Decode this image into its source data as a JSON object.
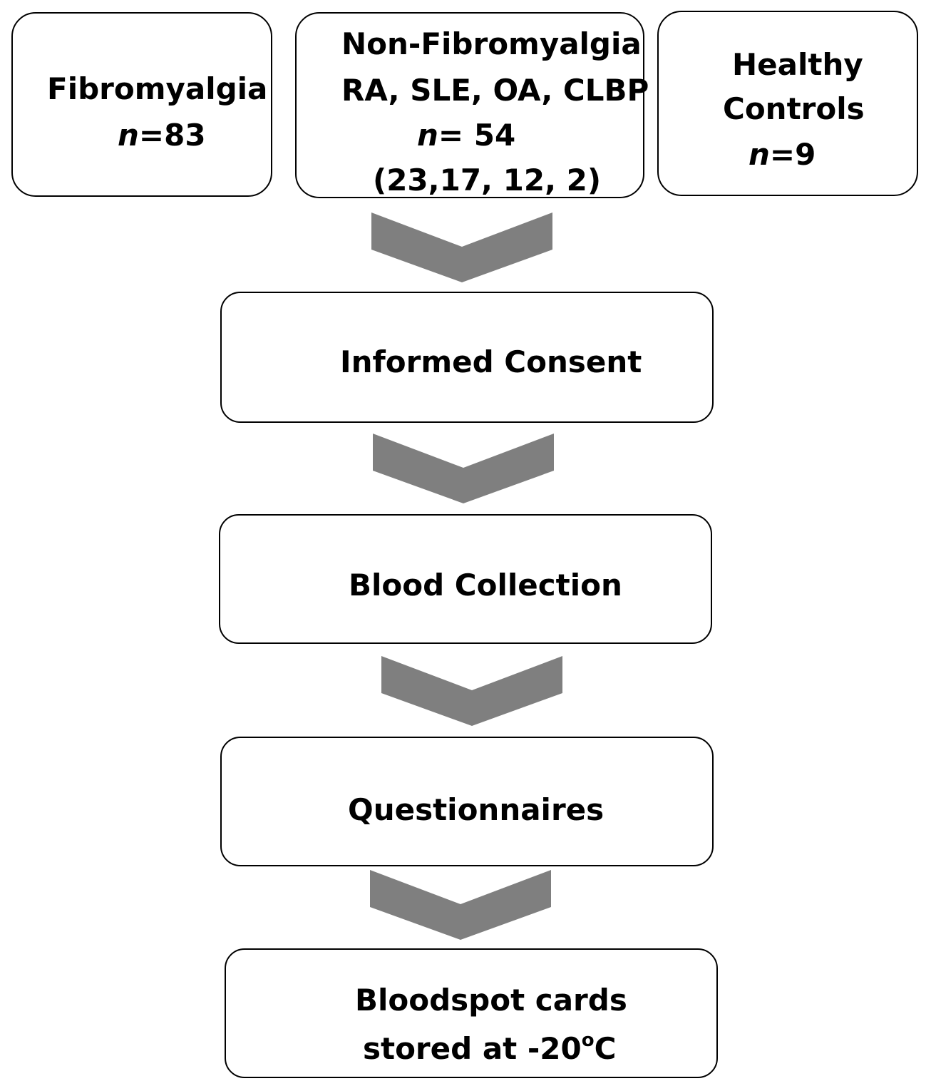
{
  "groups": [
    {
      "name": "Fibromyalgia",
      "n_label": "n",
      "n_value": "=83"
    },
    {
      "name_line1": "Non-Fibromyalgia",
      "name_line2": "RA, SLE, OA, CLBP",
      "n_label": "n",
      "n_value": "= 54",
      "breakdown": "(23,17, 12, 2)"
    },
    {
      "name_line1": "Healthy",
      "name_line2": "Controls",
      "n_label": "n",
      "n_value": "=9"
    }
  ],
  "steps": [
    {
      "label": "Informed Consent"
    },
    {
      "label": "Blood Collection"
    },
    {
      "label": "Questionnaires"
    },
    {
      "label_line1": "Bloodspot cards",
      "label_line2_prefix": "stored at -20",
      "label_line2_sup": "o",
      "label_line2_suffix": "C"
    }
  ],
  "colors": {
    "arrow": "#7f7f7f",
    "border": "#000000"
  }
}
